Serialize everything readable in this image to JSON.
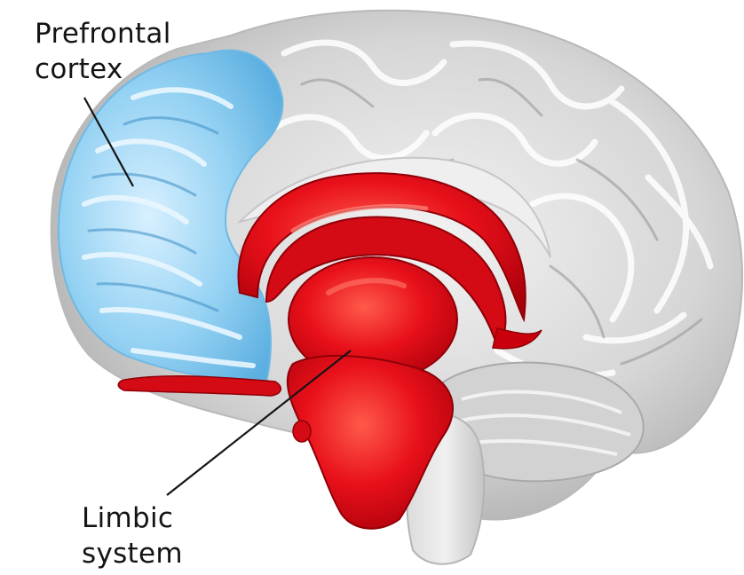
{
  "labels": {
    "prefrontal": {
      "line1": "Prefrontal",
      "line2": "cortex"
    },
    "limbic": {
      "line1": "Limbic",
      "line2": "system"
    }
  },
  "colors": {
    "background": "#ffffff",
    "cortex_gray": "#d7d7d7",
    "prefrontal_blue": "#8ecdf0",
    "limbic_red": "#e8101a",
    "leader_line": "#141414"
  }
}
